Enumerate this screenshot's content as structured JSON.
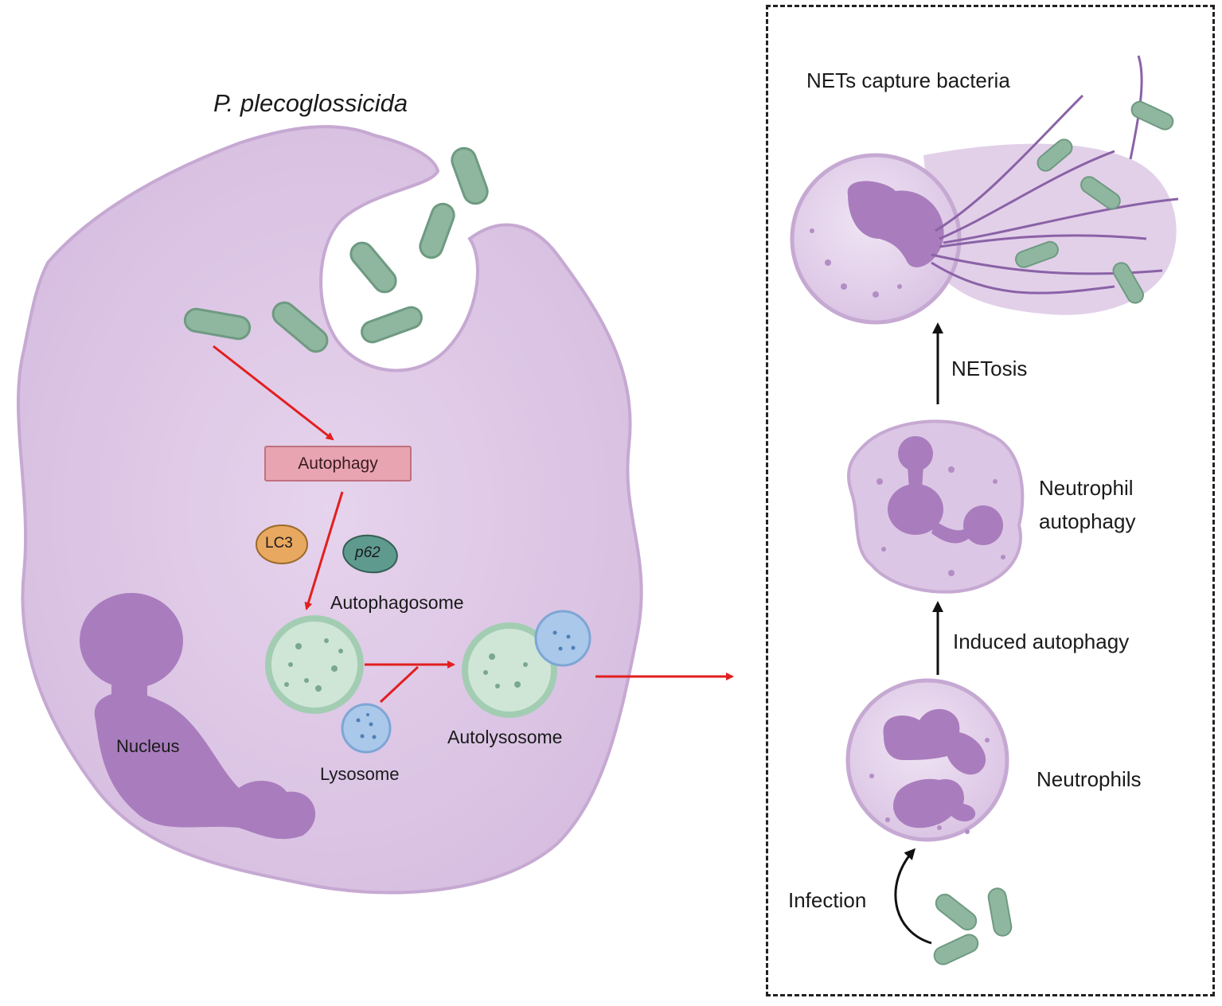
{
  "left_panel": {
    "title": "P. plecoglossicida",
    "autophagy": "Autophagy",
    "lc3": "LC3",
    "p62": "p62",
    "autophagosome": "Autophagosome",
    "nucleus": "Nucleus",
    "lysosome": "Lysosome",
    "autolysosome": "Autolysosome"
  },
  "right_panel": {
    "nets": "NETs capture bacteria",
    "netosis": "NETosis",
    "neutrophil_autophagy_line1": "Neutrophil",
    "neutrophil_autophagy_line2": "autophagy",
    "induced_autophagy": "Induced autophagy",
    "neutrophils": "Neutrophils",
    "infection": "Infection"
  },
  "colors": {
    "cell": "#d9c2e0",
    "nucleus": "#a97dbd",
    "bacteria": "#8fb7a0",
    "arrow_red": "#e21f1f",
    "lysosome": "#a9c8ea"
  }
}
